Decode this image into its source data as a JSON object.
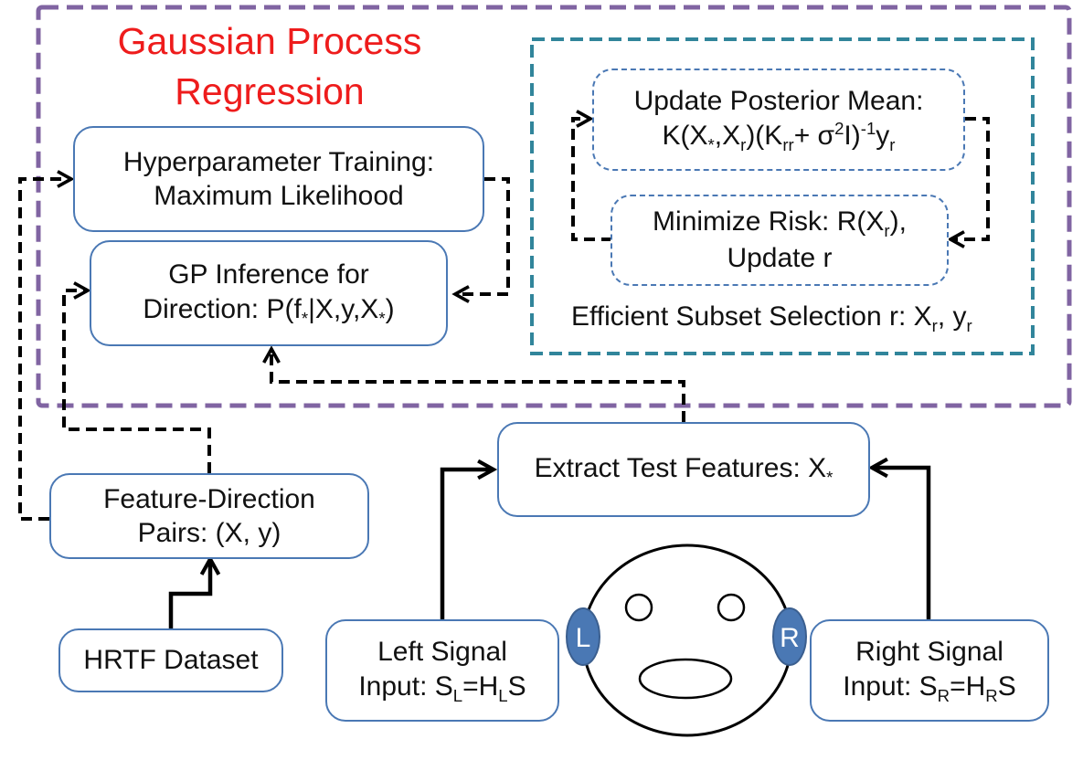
{
  "gpr": {
    "title_line1": "Gaussian Process",
    "title_line2": "Regression"
  },
  "hyperparameter": {
    "line1": "Hyperparameter Training:",
    "line2": "Maximum Likelihood"
  },
  "inference": {
    "line1": "GP Inference for",
    "line2_prefix": "Direction: P(f",
    "line2_sub1": "*",
    "line2_mid": "|X,y,X",
    "line2_sub2": "*",
    "line2_suffix": ")"
  },
  "posterior": {
    "line1": "Update Posterior Mean:",
    "k_open": "K(X",
    "x_star_sub": "*",
    "comma_x": ",X",
    "r_sub": "r",
    "close_k": ")(K",
    "rr_sub": "rr",
    "plus_sigma": "+ σ",
    "sq_sup": "2",
    "i_close": "I)",
    "inv_sup": "-1",
    "y": "y",
    "y_sub": "r"
  },
  "risk": {
    "line1_prefix": "Minimize Risk: R(X",
    "line1_sub": "r",
    "line1_suffix": "),",
    "line2": "Update r"
  },
  "subset": {
    "prefix": "Efficient Subset Selection r: X",
    "x_sub": "r",
    "mid": ", y",
    "y_sub": "r"
  },
  "extract": {
    "prefix": "Extract Test Features: X",
    "sub": "*"
  },
  "pairs": {
    "line1": "Feature-Direction",
    "line2": "Pairs: (X, y)"
  },
  "hrtf": {
    "label": "HRTF Dataset"
  },
  "left_signal": {
    "line1": "Left Signal",
    "line2_prefix": "Input: S",
    "s_sub": "L",
    "eq": "=H",
    "h_sub": "L",
    "suffix": "S"
  },
  "right_signal": {
    "line1": "Right Signal",
    "line2_prefix": "Input: S",
    "s_sub": "R",
    "eq": "=H",
    "h_sub": "R",
    "suffix": "S"
  },
  "ears": {
    "left": "L",
    "right": "R"
  },
  "colors": {
    "gpr_border": "#8064a2",
    "subset_border": "#31859b",
    "box_border": "#4a78b4",
    "title_red": "#ee1c1c",
    "ear_fill": "#4a78b4"
  }
}
